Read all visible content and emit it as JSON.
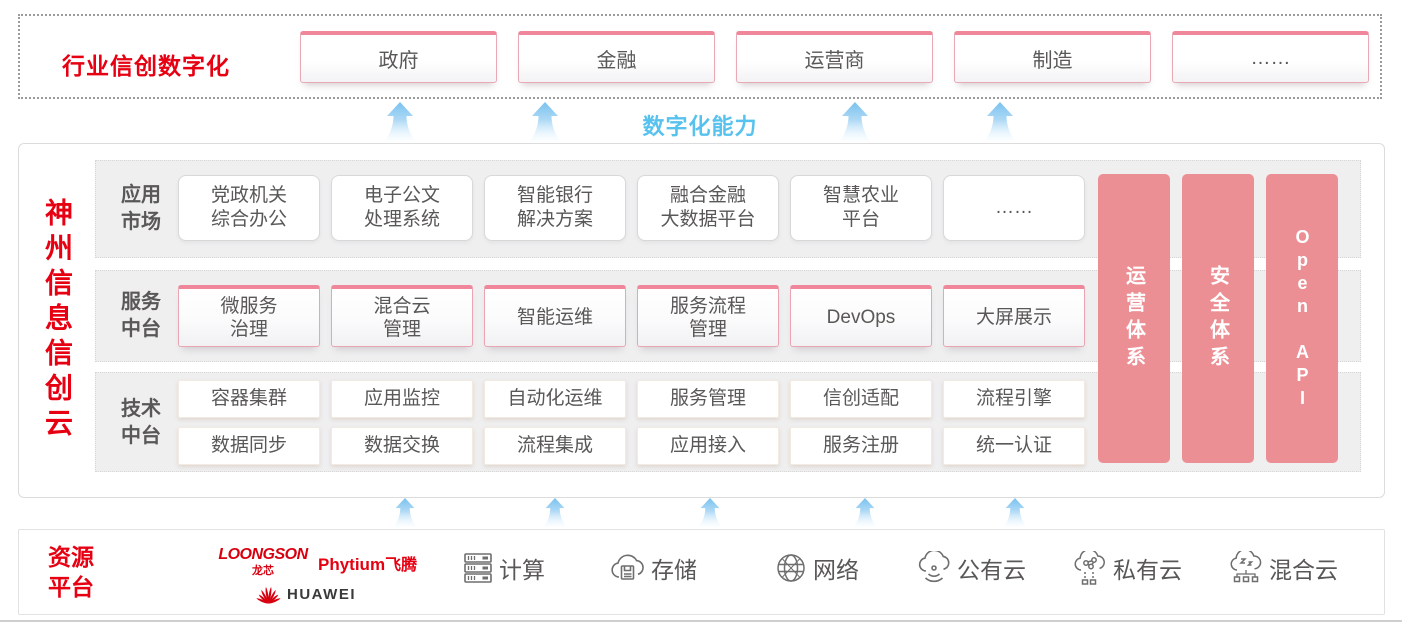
{
  "top": {
    "label": "行业信创数字化",
    "industries": [
      {
        "label": "政府"
      },
      {
        "label": "金融"
      },
      {
        "label": "运营商"
      },
      {
        "label": "制造"
      },
      {
        "label": "……"
      }
    ]
  },
  "capability": {
    "label": "数字化能力"
  },
  "platform": {
    "title": "神州信息信创云",
    "rows": [
      {
        "label": "应用\n市场",
        "items": [
          "党政机关\n综合办公",
          "电子公文\n处理系统",
          "智能银行\n解决方案",
          "融合金融\n大数据平台",
          "智慧农业\n平台",
          "……"
        ]
      },
      {
        "label": "服务\n中台",
        "items": [
          "微服务\n治理",
          "混合云\n管理",
          "智能运维",
          "服务流程\n管理",
          "DevOps",
          "大屏展示"
        ]
      },
      {
        "label": "技术\n中台",
        "top_items": [
          "容器集群",
          "应用监控",
          "自动化运维",
          "服务管理",
          "信创适配",
          "流程引擎"
        ],
        "bottom_items": [
          "数据同步",
          "数据交换",
          "流程集成",
          "应用接入",
          "服务注册",
          "统一认证"
        ]
      }
    ],
    "pillars": [
      {
        "label": "运营体系"
      },
      {
        "label": "安全体系"
      },
      {
        "label": "Open API"
      }
    ]
  },
  "resources": {
    "label": "资源\n平台",
    "vendors": {
      "loongson": {
        "name": "LOONGSON",
        "sub": "龙芯"
      },
      "phytium": {
        "name": "Phytium",
        "sub": "飞腾"
      },
      "huawei": {
        "name": "HUAWEI"
      }
    },
    "items": [
      {
        "icon": "server-icon",
        "label": "计算"
      },
      {
        "icon": "storage-cloud-icon",
        "label": "存储"
      },
      {
        "icon": "network-globe-icon",
        "label": "网络"
      },
      {
        "icon": "public-cloud-icon",
        "label": "公有云"
      },
      {
        "icon": "private-cloud-icon",
        "label": "私有云"
      },
      {
        "icon": "hybrid-cloud-icon",
        "label": "混合云"
      }
    ]
  },
  "colors": {
    "accent_red": "#e60012",
    "pillar_pink": "#ec8f94",
    "box_pink_border": "#f0869a",
    "capability_blue": "#58c2ee",
    "text_gray": "#595757"
  }
}
